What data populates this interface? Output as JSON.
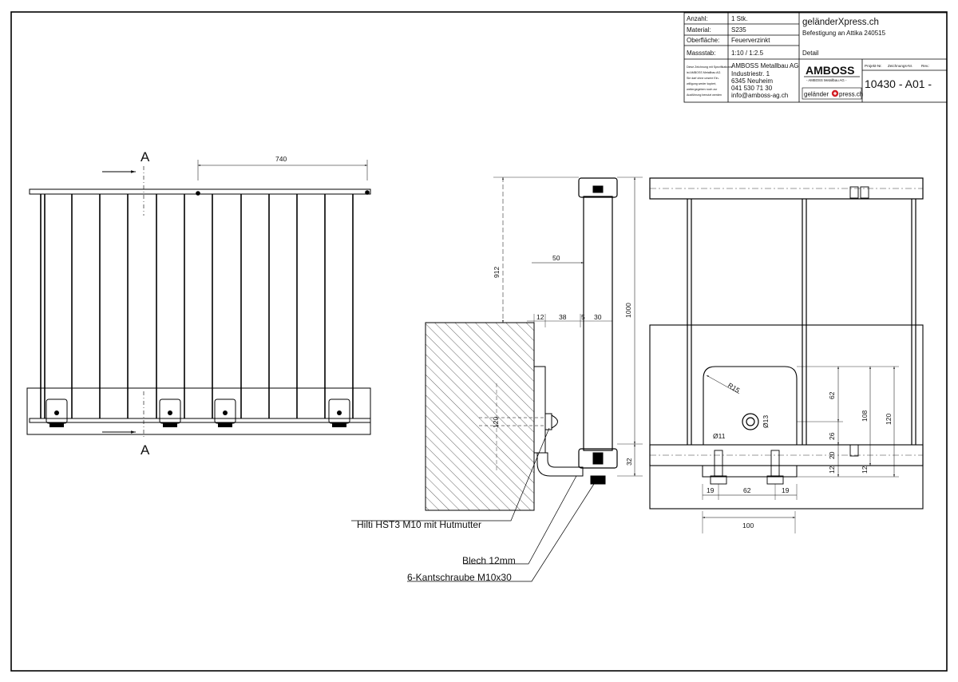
{
  "title_block": {
    "anzahl_label": "Anzahl:",
    "anzahl_value": "1 Stk.",
    "material_label": "Material:",
    "material_value": "S235",
    "oberflaeche_label": "Oberfläche:",
    "oberflaeche_value": "Feuerverzinkt",
    "massstab_label": "Massstab:",
    "massstab_value": "1:10 / 1:2.5",
    "brand_title": "geländerXpress.ch",
    "subtitle": "Befestigung an Attika 240515",
    "detail_label": "Detail",
    "copyright_lines": [
      "Diese Zeichnung mit Spezifikationen",
      "ist AMBOSS Metallbau AG.",
      "Sie darf ohne unsere Ein-",
      "willigung weder kopiert,",
      "weitergegeben noch zur",
      "Ausführung benutzt werden"
    ],
    "company_name": "AMBOSS Metallbau AG",
    "company_street": "Industriestr. 1",
    "company_city": "6345 Neuheim",
    "company_phone": "041 530 71 30",
    "company_email": "info@amboss-ag.ch",
    "logo_text": "AMBOSS",
    "logo_sub": "- AMBOSS Metallbau AG -",
    "logo2_left": "geländer",
    "logo2_right": "press.ch",
    "projekt_label": "Projekt-Nr.",
    "zeichnung_label": "Zeichnungs-Nr.",
    "rev_label": "Rev.:",
    "drawing_number": "10430 - A01 -"
  },
  "left_view": {
    "section_marker": "A",
    "dim_740": "740"
  },
  "section_view": {
    "dim_912": "912",
    "dim_50": "50",
    "dim_12": "12",
    "dim_38": "38",
    "dim_5": "5",
    "dim_30": "30",
    "dim_1000": "1000",
    "dim_120": "120",
    "dim_32": "32",
    "label_anchor": "Hilti HST3 M10 mit Hutmutter",
    "label_plate": "Blech 12mm",
    "label_screw": "6-Kantschraube M10x30"
  },
  "detail_view": {
    "radius": "R15",
    "dia_13": "Ø13",
    "dia_11": "Ø11",
    "dim_62_v": "62",
    "dim_108": "108",
    "dim_120": "120",
    "dim_26": "26",
    "dim_20": "20",
    "dim_12a": "12",
    "dim_12b": "12",
    "dim_19a": "19",
    "dim_62_h": "62",
    "dim_19b": "19",
    "dim_100": "100"
  }
}
